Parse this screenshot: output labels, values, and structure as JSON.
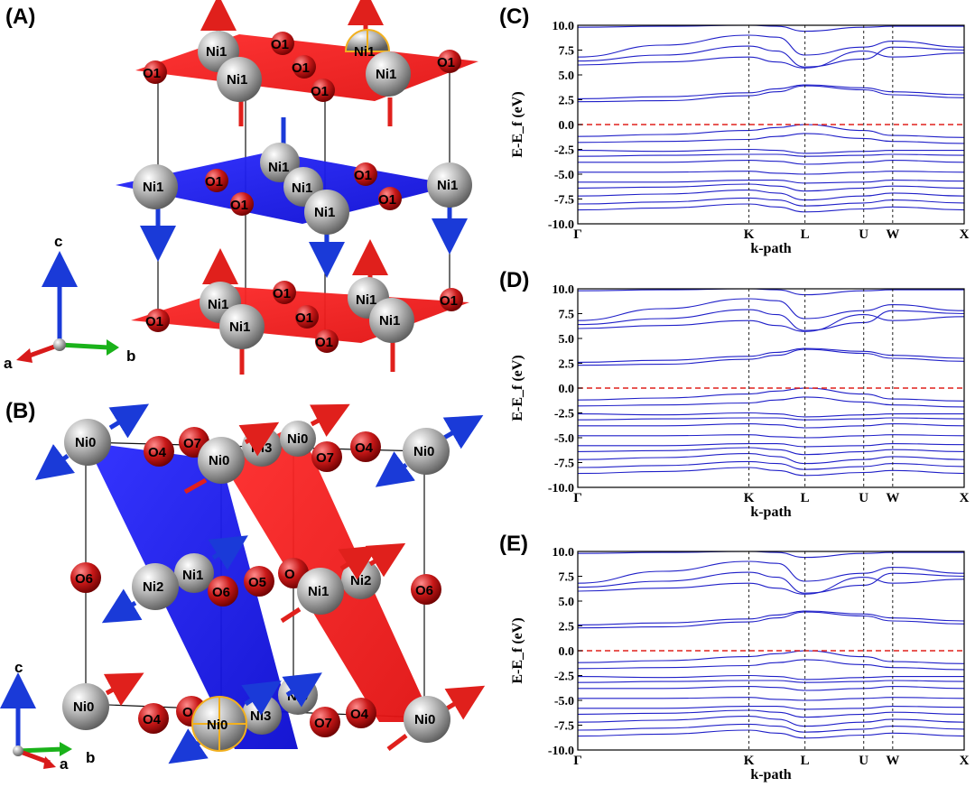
{
  "panels": {
    "A": {
      "label": "(A)",
      "axes": {
        "a": "a",
        "b": "b",
        "c": "c"
      },
      "atom_labels": {
        "top": [
          "Ni1",
          "O1",
          "Ni1",
          "O1",
          "O1",
          "Ni1",
          "O1",
          "Ni1",
          "O1"
        ],
        "mid": [
          "Ni1",
          "O1",
          "Ni1",
          "O1",
          "Ni1",
          "O1",
          "O1",
          "Ni1",
          "Ni1"
        ],
        "bottom": [
          "Ni1",
          "O1",
          "Ni1",
          "O1",
          "O1",
          "Ni1",
          "O1",
          "Ni1",
          "O1"
        ]
      }
    },
    "B": {
      "label": "(B)",
      "axes": {
        "a": "a",
        "b": "b",
        "c": "c"
      },
      "atom_labels": {
        "top": [
          "Ni0",
          "O4",
          "O7",
          "Ni0",
          "Ni3",
          "Ni0",
          "O7",
          "O4",
          "Ni0"
        ],
        "mid": [
          "O6",
          "Ni2",
          "Ni1",
          "O6",
          "O5",
          "O",
          "Ni1",
          "Ni2",
          "O6"
        ],
        "bottom": [
          "Ni0",
          "O4",
          "O",
          "Ni0",
          "Ni3",
          "Ni0",
          "O7",
          "O4",
          "Ni0"
        ]
      }
    }
  },
  "chart_data": [
    {
      "panel_label": "(C)",
      "type": "line",
      "xlabel": "k-path",
      "ylabel": "E-E_f (eV)",
      "ylim": [
        -10.0,
        10.0
      ],
      "yticks": [
        "10.0",
        "7.5",
        "5.0",
        "2.5",
        "0.0",
        "-2.5",
        "-5.0",
        "-7.5",
        "-10.0"
      ],
      "kpoints": [
        {
          "label": "Γ",
          "pos": 0.0
        },
        {
          "label": "K",
          "pos": 0.443
        },
        {
          "label": "L",
          "pos": 0.588
        },
        {
          "label": "U",
          "pos": 0.74
        },
        {
          "label": "W",
          "pos": 0.815
        },
        {
          "label": "X",
          "pos": 1.0
        }
      ],
      "fermi_level": 0.0,
      "band_color": "#1f1fc8",
      "fermi_color": "#e0201c",
      "bands": [
        [
          -8.6,
          -8.4,
          -8.0,
          -8.3,
          -8.8,
          -8.5,
          -8.3,
          -8.6
        ],
        [
          -8.0,
          -7.8,
          -7.4,
          -7.6,
          -8.2,
          -7.9,
          -7.6,
          -7.9
        ],
        [
          -7.2,
          -7.0,
          -6.6,
          -6.9,
          -7.6,
          -7.2,
          -6.9,
          -7.2
        ],
        [
          -6.4,
          -6.3,
          -6.0,
          -6.2,
          -6.7,
          -6.4,
          -6.2,
          -6.4
        ],
        [
          -5.8,
          -5.8,
          -5.6,
          -5.6,
          -5.9,
          -5.8,
          -5.6,
          -5.7
        ],
        [
          -4.8,
          -4.8,
          -4.7,
          -4.9,
          -5.0,
          -4.8,
          -4.7,
          -4.8
        ],
        [
          -3.8,
          -3.8,
          -3.6,
          -3.7,
          -4.0,
          -3.8,
          -3.6,
          -3.8
        ],
        [
          -3.2,
          -3.1,
          -3.0,
          -3.0,
          -3.2,
          -3.1,
          -3.0,
          -3.1
        ],
        [
          -2.6,
          -2.7,
          -2.5,
          -2.6,
          -2.9,
          -2.7,
          -2.6,
          -2.6
        ],
        [
          -1.8,
          -1.7,
          -1.5,
          -1.2,
          -0.9,
          -1.4,
          -1.7,
          -1.9
        ],
        [
          -1.2,
          -1.0,
          -0.6,
          -0.3,
          0.0,
          -0.6,
          -1.1,
          -1.3
        ],
        [
          2.3,
          2.4,
          2.9,
          3.3,
          3.9,
          3.5,
          3.0,
          2.7
        ],
        [
          2.6,
          2.8,
          3.2,
          3.6,
          4.0,
          3.7,
          3.3,
          3.0
        ],
        [
          6.0,
          6.3,
          6.8,
          6.3,
          5.7,
          7.4,
          6.8,
          7.2
        ],
        [
          6.4,
          7.0,
          7.9,
          7.4,
          5.8,
          6.6,
          7.8,
          7.5
        ],
        [
          6.8,
          8.0,
          9.0,
          8.8,
          7.0,
          7.8,
          8.4,
          7.8
        ],
        [
          9.8,
          9.9,
          10.0,
          9.9,
          9.4,
          9.8,
          9.9,
          9.9
        ]
      ]
    },
    {
      "panel_label": "(D)",
      "type": "line",
      "xlabel": "k-path",
      "ylabel": "E-E_f (eV)",
      "ylim": [
        -10.0,
        10.0
      ],
      "yticks": [
        "10.0",
        "7.5",
        "5.0",
        "2.5",
        "0.0",
        "-2.5",
        "-5.0",
        "-7.5",
        "-10.0"
      ],
      "kpoints": [
        {
          "label": "Γ",
          "pos": 0.0
        },
        {
          "label": "K",
          "pos": 0.443
        },
        {
          "label": "L",
          "pos": 0.588
        },
        {
          "label": "U",
          "pos": 0.74
        },
        {
          "label": "W",
          "pos": 0.815
        },
        {
          "label": "X",
          "pos": 1.0
        }
      ],
      "fermi_level": 0.0,
      "band_color": "#1f1fc8",
      "fermi_color": "#e0201c",
      "bands": [
        [
          -8.6,
          -8.4,
          -8.0,
          -8.3,
          -8.8,
          -8.5,
          -8.3,
          -8.6
        ],
        [
          -8.0,
          -7.8,
          -7.4,
          -7.6,
          -8.2,
          -7.9,
          -7.6,
          -7.9
        ],
        [
          -7.2,
          -7.0,
          -6.6,
          -6.9,
          -7.6,
          -7.2,
          -6.9,
          -7.2
        ],
        [
          -6.4,
          -6.3,
          -6.0,
          -6.2,
          -6.7,
          -6.4,
          -6.2,
          -6.4
        ],
        [
          -5.8,
          -5.8,
          -5.6,
          -5.6,
          -5.9,
          -5.8,
          -5.6,
          -5.7
        ],
        [
          -4.8,
          -4.8,
          -4.7,
          -4.9,
          -5.0,
          -4.8,
          -4.7,
          -4.8
        ],
        [
          -3.8,
          -3.8,
          -3.6,
          -3.7,
          -4.0,
          -3.8,
          -3.6,
          -3.8
        ],
        [
          -3.2,
          -3.1,
          -3.0,
          -3.0,
          -3.2,
          -3.1,
          -3.0,
          -3.1
        ],
        [
          -2.6,
          -2.7,
          -2.5,
          -2.6,
          -2.9,
          -2.7,
          -2.6,
          -2.6
        ],
        [
          -1.8,
          -1.7,
          -1.5,
          -1.2,
          -0.9,
          -1.4,
          -1.7,
          -1.9
        ],
        [
          -1.2,
          -1.0,
          -0.6,
          -0.3,
          0.0,
          -0.6,
          -1.1,
          -1.3
        ],
        [
          2.3,
          2.4,
          2.9,
          3.3,
          3.9,
          3.5,
          3.0,
          2.7
        ],
        [
          2.6,
          2.8,
          3.2,
          3.6,
          4.0,
          3.7,
          3.3,
          3.0
        ],
        [
          6.0,
          6.3,
          6.8,
          6.3,
          5.7,
          7.4,
          6.8,
          7.2
        ],
        [
          6.4,
          7.0,
          7.9,
          7.4,
          5.8,
          6.6,
          7.8,
          7.5
        ],
        [
          6.8,
          8.0,
          9.0,
          8.8,
          7.0,
          7.8,
          8.4,
          7.8
        ],
        [
          9.8,
          9.9,
          10.0,
          9.9,
          9.4,
          9.8,
          9.9,
          9.9
        ]
      ]
    },
    {
      "panel_label": "(E)",
      "type": "line",
      "xlabel": "k-path",
      "ylabel": "E-E_f (eV)",
      "ylim": [
        -10.0,
        10.0
      ],
      "yticks": [
        "10.0",
        "7.5",
        "5.0",
        "2.5",
        "0.0",
        "-2.5",
        "-5.0",
        "-7.5",
        "-10.0"
      ],
      "kpoints": [
        {
          "label": "Γ",
          "pos": 0.0
        },
        {
          "label": "K",
          "pos": 0.443
        },
        {
          "label": "L",
          "pos": 0.588
        },
        {
          "label": "U",
          "pos": 0.74
        },
        {
          "label": "W",
          "pos": 0.815
        },
        {
          "label": "X",
          "pos": 1.0
        }
      ],
      "fermi_level": 0.0,
      "band_color": "#1f1fc8",
      "fermi_color": "#e0201c",
      "bands": [
        [
          -8.6,
          -8.4,
          -8.0,
          -8.3,
          -8.8,
          -8.5,
          -8.3,
          -8.6
        ],
        [
          -8.0,
          -7.8,
          -7.4,
          -7.6,
          -8.2,
          -7.9,
          -7.6,
          -7.9
        ],
        [
          -7.2,
          -7.0,
          -6.6,
          -6.9,
          -7.6,
          -7.2,
          -6.9,
          -7.2
        ],
        [
          -6.4,
          -6.3,
          -6.0,
          -6.2,
          -6.7,
          -6.4,
          -6.2,
          -6.4
        ],
        [
          -5.8,
          -5.8,
          -5.6,
          -5.6,
          -5.9,
          -5.8,
          -5.6,
          -5.7
        ],
        [
          -4.8,
          -4.8,
          -4.7,
          -4.9,
          -5.0,
          -4.8,
          -4.7,
          -4.8
        ],
        [
          -3.8,
          -3.8,
          -3.6,
          -3.7,
          -4.0,
          -3.8,
          -3.6,
          -3.8
        ],
        [
          -3.2,
          -3.1,
          -3.0,
          -3.0,
          -3.2,
          -3.1,
          -3.0,
          -3.1
        ],
        [
          -2.6,
          -2.7,
          -2.5,
          -2.6,
          -2.9,
          -2.7,
          -2.6,
          -2.6
        ],
        [
          -1.8,
          -1.7,
          -1.5,
          -1.2,
          -0.9,
          -1.4,
          -1.7,
          -1.9
        ],
        [
          -1.2,
          -1.0,
          -0.6,
          -0.3,
          0.0,
          -0.6,
          -1.1,
          -1.3
        ],
        [
          2.3,
          2.4,
          2.9,
          3.3,
          3.9,
          3.5,
          3.0,
          2.7
        ],
        [
          2.6,
          2.8,
          3.2,
          3.6,
          4.0,
          3.7,
          3.3,
          3.0
        ],
        [
          6.0,
          6.3,
          6.8,
          6.3,
          5.7,
          7.4,
          6.8,
          7.2
        ],
        [
          6.4,
          7.0,
          7.9,
          7.4,
          5.8,
          6.6,
          7.8,
          7.5
        ],
        [
          6.8,
          8.0,
          9.0,
          8.8,
          7.0,
          7.8,
          8.4,
          7.8
        ],
        [
          9.8,
          9.9,
          10.0,
          9.9,
          9.4,
          9.8,
          9.9,
          9.9
        ]
      ]
    }
  ],
  "band_x_samples": [
    0.0,
    0.22,
    0.443,
    0.515,
    0.588,
    0.74,
    0.815,
    1.0
  ]
}
